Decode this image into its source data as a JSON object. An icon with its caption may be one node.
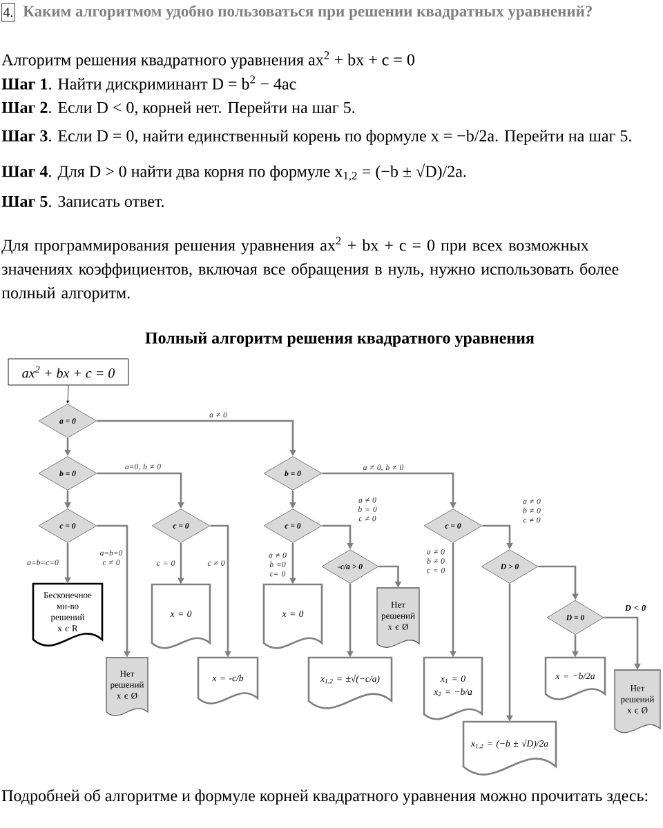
{
  "diagram": {
    "title": "Полный алгоритм решения квадратного уравнения",
    "nodes": [
      {
        "text": [
          "ax$^{2}$ + bx + c = 0"
        ]
      },
      {
        "text": [
          "a = 0"
        ]
      },
      {
        "text": [
          "b = 0"
        ]
      },
      {
        "text": [
          "b = 0"
        ]
      },
      {
        "text": [
          "c = 0"
        ]
      },
      {
        "text": [
          "c = 0"
        ]
      },
      {
        "text": [
          "c = 0"
        ]
      },
      {
        "text": [
          "c = 0"
        ]
      },
      {
        "text": [
          "-c/a > 0"
        ]
      },
      {
        "text": [
          "D > 0"
        ]
      },
      {
        "text": [
          "Бесконечное мн-во решений x є R"
        ]
      },
      {
        "text": [
          "x = 0"
        ]
      },
      {
        "text": [
          "x = 0"
        ]
      },
      {
        "text": [
          "Нет решений x є Ø"
        ]
      },
      {
        "text": [
          "D = 0"
        ]
      },
      {
        "text": [
          "Нет решений x є Ø"
        ]
      },
      {
        "text": [
          "x = -c/b"
        ]
      },
      {
        "text": [
          "x$_{1,2}$ = ±√(−c/a)"
        ]
      },
      {
        "text": [
          "x$_{1}$ = 0",
          "x$_{2}$ = −b/a"
        ]
      },
      {
        "text": [
          "x = −b/2a"
        ]
      },
      {
        "text": [
          "Нет решений x є Ø"
        ]
      },
      {
        "text": [
          "x$_{1,2}$ = (−b ± √D)/2a"
        ]
      }
    ],
    "edges": [
      {
        "from": 0,
        "to": 1,
        "arrow": "to",
        "color": "#000000"
      },
      {
        "from": 1,
        "to": 2,
        "arrow": "to"
      },
      {
        "from": 1,
        "to": 3,
        "arrow": "to",
        "label": "a ≠ 0"
      },
      {
        "from": 2,
        "to": 4,
        "arrow": "to"
      },
      {
        "from": 2,
        "to": 5,
        "arrow": "to",
        "label": "a=0, b ≠ 0"
      },
      {
        "from": 3,
        "to": 6,
        "arrow": "to"
      },
      {
        "from": 3,
        "to": 7,
        "arrow": "to",
        "label": "a ≠ 0, b ≠ 0"
      },
      {
        "from": 4,
        "to": 10,
        "arrow": "to",
        "label": "a=b=c=0"
      },
      {
        "from": 4,
        "to": 15,
        "arrow": "to",
        "label": "a=b=0 c ≠ 0"
      },
      {
        "from": 5,
        "to": 11,
        "arrow": "to",
        "label": "c = 0"
      },
      {
        "from": 5,
        "to": 16,
        "arrow": "to",
        "label": "c ≠ 0"
      },
      {
        "from": 6,
        "to": 12,
        "arrow": "to",
        "label": "a ≠ 0 b =0 c= 0"
      },
      {
        "from": 6,
        "to": 8,
        "arrow": "to",
        "label": "a ≠ 0 b = 0 c ≠ 0"
      },
      {
        "from": 8,
        "to": 17,
        "arrow": "to"
      },
      {
        "from": 8,
        "to": 13,
        "arrow": "to"
      },
      {
        "from": 7,
        "to": 18,
        "arrow": "to",
        "label": "a ≠ 0 b ≠ 0 c = 0"
      },
      {
        "from": 7,
        "to": 9,
        "arrow": "to",
        "label": "a ≠ 0 b ≠ 0 c ≠ 0"
      },
      {
        "from": 9,
        "to": 21,
        "arrow": "to"
      },
      {
        "from": 9,
        "to": 14,
        "arrow": "to"
      },
      {
        "from": 14,
        "to": 19,
        "arrow": "to"
      },
      {
        "from": 14,
        "to": 20,
        "arrow": "to",
        "label": "D < 0"
      }
    ],
    "labels": [
      "4.",
      "Каким алгоритмом удобно пользоваться при решении квадратных уравнений?",
      "Алгоритм решения квадратного уравнения ax$^{2}$ + bx + c = 0",
      "**Шаг 1**. Найти дискриминант D = b$^{2}$ − 4ac",
      "**Шаг 2**. Если D < 0, корней нет. Перейти на шаг 5.",
      "**Шаг 3**. Если D = 0, найти единственный корень по формуле x = −b/2a. Перейти на шаг 5.",
      "**Шаг 4**. Для D > 0 найти два корня по формуле x$_{1,2}$ = (−b ± √D)/2a.",
      "**Шаг 5**. Записать ответ.",
      "Для программирования решения уравнения ax$^{2}$ + bx + c = 0 при всех возможных значениях коэффициентов, включая все обращения в нуль, нужно использовать более полный алгоритм.",
      "Подробней об алгоритме и формуле корней квадратного уравнения можно прочитать здесь:"
    ]
  }
}
